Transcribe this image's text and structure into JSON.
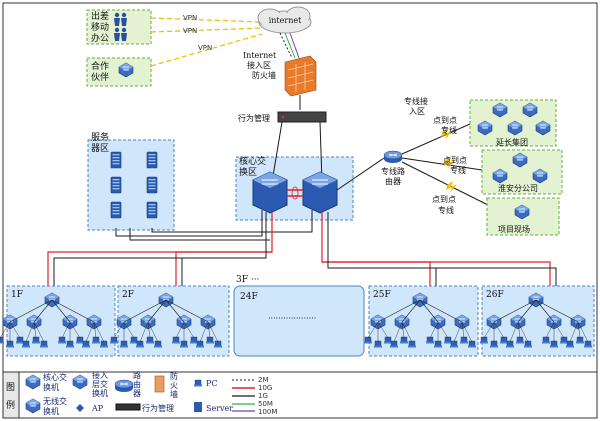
{
  "colors": {
    "ten_g": "#e0212a",
    "one_g": "#1a1a1a",
    "two_m": "#222222",
    "fifty_m": "#2db34a",
    "hundred_m": "#7a3ea8",
    "vpn": "#f0c000",
    "zone_fill": "#cfe6fb",
    "zone_border": "#4a86c6",
    "green_fill": "#e3f3d2",
    "green_border": "#6aab3c"
  },
  "labels": {
    "internet": "internet",
    "internet_zone_1": "Internet",
    "internet_zone_2": "接入区",
    "firewall": "防火墙",
    "behavior_mgmt": "行为管理",
    "dedicated_zone_1": "专线接",
    "dedicated_zone_2": "入区",
    "dedicated_router_1": "专线路",
    "dedicated_router_2": "由器",
    "server_zone_1": "服务",
    "server_zone_2": "器区",
    "core_zone_1": "核心交",
    "core_zone_2": "换区",
    "p2p_1a": "点到点",
    "p2p_1b": "专线",
    "p2p_2a": "点到点",
    "p2p_2b": "专线",
    "p2p_3a": "点到点",
    "p2p_3b": "专线",
    "site_1": "延长集团",
    "site_2": "淮安分公司",
    "site_3": "项目现场",
    "remote_1": "出差",
    "remote_2": "移动",
    "remote_3": "办公",
    "partner_1": "合作",
    "partner_2": "伙伴",
    "vpn": "VPN"
  },
  "floors": {
    "f1": "1F",
    "f2": "2F",
    "gap": "3F ···",
    "f24": "24F",
    "f24_dots": "···················",
    "f25": "25F",
    "f26": "26F"
  },
  "legend": {
    "title_1": "图",
    "title_2": "例",
    "core_switch_1": "核心交",
    "core_switch_2": "换机",
    "wireless_1": "无线交",
    "wireless_2": "换机",
    "access_1": "接入",
    "access_2": "层交",
    "access_3": "换机",
    "ap": "AP",
    "router_1": "路",
    "router_2": "由",
    "router_3": "器",
    "firewall_1": "防",
    "firewall_2": "火",
    "firewall_3": "墙",
    "behavior": "行为管理",
    "pc": "PC",
    "server": "Server",
    "l_2m": "2M",
    "l_10g": "10G",
    "l_1g": "1G",
    "l_50m": "50M",
    "l_100m": "100M"
  }
}
